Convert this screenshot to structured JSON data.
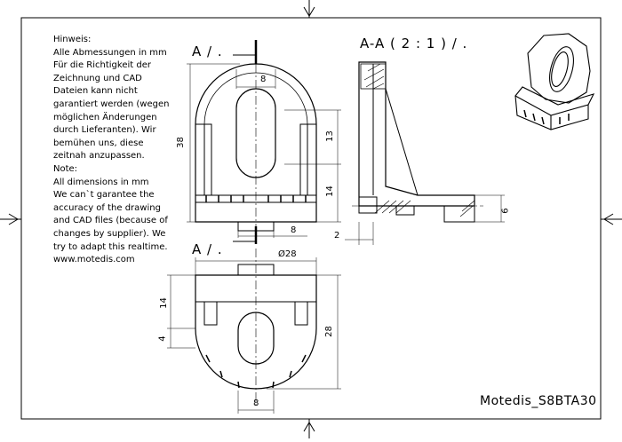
{
  "notes": {
    "lines": [
      "Hinweis:",
      "Alle Abmessungen in mm",
      "Für die Richtigkeit der",
      "Zeichnung und CAD",
      "Dateien kann nicht",
      "garantiert werden (wegen",
      "möglichen Änderungen",
      "durch Lieferanten). Wir",
      "bemühen uns, diese",
      "zeitnah anzupassen.",
      "Note:",
      "All dimensions in mm",
      "We can`t garantee the",
      "accuracy of the drawing",
      "and CAD files (because of",
      "changes by supplier). We",
      "try to adapt this realtime.",
      "www.motedis.com"
    ]
  },
  "labels": {
    "section_a_top": "A / .",
    "section_a_bottom": "A / .",
    "section_view": "A-A ( 2 : 1 ) / .",
    "part_number": "Motedis_S8BTA30"
  },
  "dimensions": {
    "top_width": "8",
    "height_total": "38",
    "height_upper": "13",
    "height_lower": "14",
    "slot_width": "8",
    "section_thickness": "2",
    "section_height": "6",
    "diameter": "Ø28",
    "bottom_left_upper": "14",
    "bottom_left_lower": "4",
    "bottom_height": "28",
    "bottom_slot_width": "8"
  }
}
